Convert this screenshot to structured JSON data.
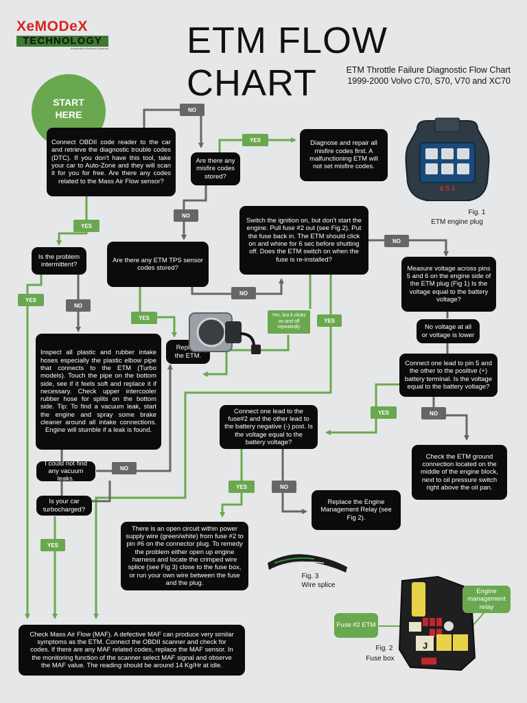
{
  "logo": {
    "line1": "XeMODeX",
    "line2": "TECHNOLOGY",
    "tagline": "Automotive Electronic Systems"
  },
  "header": {
    "title": "ETM FLOW CHART",
    "subtitle_line1": "ETM Throttle Failure Diagnostic Flow Chart",
    "subtitle_line2": "1999-2000 Volvo C70, S70, V70 and XC70"
  },
  "start": "START HERE",
  "boxes": {
    "obd": "Connect OBDII code reader to the car and retrieve the diagnostic trouble codes (DTC). If you don't have this tool, take your car to Auto-Zone and they will scan it for you for free. Are there any codes related to the Mass Air Flow sensor?",
    "misfire": "Are there any misfire codes stored?",
    "diagnose": "Diagnose and repair all misfire codes first. A malfunctioning ETM will not set misfire codes.",
    "intermittent": "Is the problem intermittent?",
    "tps": "Are there any ETM TPS sensor codes stored?",
    "ignition": "Switch the ignition on, but don't start the engine. Pull fuse #2 out (see Fig.2). Put the fuse back in. The ETM should click on and whine for 6 sec before shutting off. Does the ETM switch on when the fuse is re-installed?",
    "measure": "Measure voltage across pins 5 and 6 on the engine side of the ETM plug (Fig 1) Is the voltage equal to the battery voltage?",
    "novoltage": "No voltage at all or voltage is lower",
    "pin5": "Connect one lead to pin 5 and the other to the positive (+) battery terminal. Is the voltage equal to the battery voltage?",
    "inspect": "Inspect all plastic and rubber intake hoses especially the plastic elbow pipe that connects to the ETM (Turbo models). Touch the pipe on the bottom side, see if it feels soft and replace it if necessary. Check upper intercooler rubber hose for splits on the bottom side. Tip: To find a vacuum leak, start the engine and spray some brake cleaner around all intake connections. Engine will stumble if a leak is found.",
    "replace_etm": "Replace the ETM.",
    "fuse2": "Connect one lead to the fuse#2 and the other lead to the battery negative (-) post. Is the voltage equal to the battery voltage?",
    "ground": "Check the ETM ground connection located on the middle of the engine block, next to oil pressure switch right above the oil pan.",
    "novacuum": "I could not find any vacuum leaks.",
    "turbo": "Is your car turbocharged?",
    "relay": "Replace the Engine Management Relay (see Fig 2).",
    "opencircuit": "There is an open circuit within power supply wire (green/white) from fuse #2 to pin #6 on the connector plug. To remedy the problem either open up engine harness and locate the crimped wire splice (see Fig 3) close to the fuse box, or run your own wire between the fuse and the plug.",
    "maf": "Check Mass Air Flow (MAF). A defective MAF can produce very similar symptoms as the ETM. Connect the OBDII scanner and check for codes. If there are any MAF related codes, replace the MAF sensor. In the monitoring function of the scanner select MAF signal and observe the MAF value. The reading should be around 14 Kg/Hr at idle."
  },
  "labels": {
    "no": "NO",
    "yes": "YES",
    "clicks": "Yes, but it clicks on and off repeatedly"
  },
  "figures": {
    "fig1_title": "Fig. 1",
    "fig1_caption": "ETM engine plug",
    "fig1_pins": "6   5   4",
    "fig2_title": "Fig. 2",
    "fig2_caption": "Fuse box",
    "fig2_fuse_label": "Fuse #2 ETM",
    "fig2_relay_label": "Engine management relay",
    "fig2_letter": "J",
    "fig3_title": "Fig. 3",
    "fig3_caption": "Wire splice"
  },
  "colors": {
    "green": "#6aa84f",
    "gray": "#666666",
    "box": "#0b0b0b",
    "background": "#e6e7e9",
    "logo_red": "#d7261e"
  }
}
